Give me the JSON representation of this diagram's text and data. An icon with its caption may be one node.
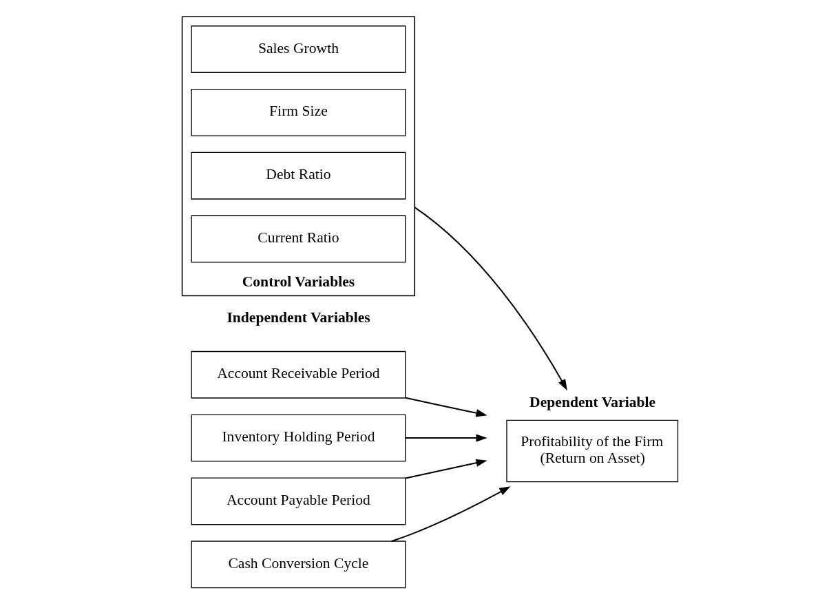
{
  "diagram": {
    "nodes": [
      {
        "text": [
          "Account Receivable Period"
        ]
      },
      {
        "text": [
          "Inventory Holding Period"
        ]
      },
      {
        "text": [
          "Account Payable Period"
        ]
      },
      {
        "text": [
          "Cash Conversion Cycle"
        ]
      },
      {
        "text": [
          "Profitability of the Firm",
          "(Return on Asset)"
        ],
        "beside": [
          "Dependent Variable"
        ]
      },
      {
        "text": [
          "Control Variables"
        ]
      },
      {
        "text": [
          "Current Ratio"
        ],
        "in": 5
      },
      {
        "text": [
          "Debt Ratio"
        ],
        "in": 5
      },
      {
        "text": [
          "Firm Size"
        ],
        "in": 5
      },
      {
        "text": [
          "Sales Growth"
        ],
        "in": 5
      }
    ],
    "edges": [
      {
        "from": 0,
        "to": 4,
        "arrow": "to"
      },
      {
        "from": 1,
        "to": 4,
        "arrow": "to"
      },
      {
        "from": 2,
        "to": 4,
        "arrow": "to"
      },
      {
        "from": 3,
        "to": 4,
        "arrow": "to"
      },
      {
        "from": 5,
        "to": 4,
        "arrow": "to"
      }
    ],
    "labels": [
      "Independent Variables"
    ]
  }
}
